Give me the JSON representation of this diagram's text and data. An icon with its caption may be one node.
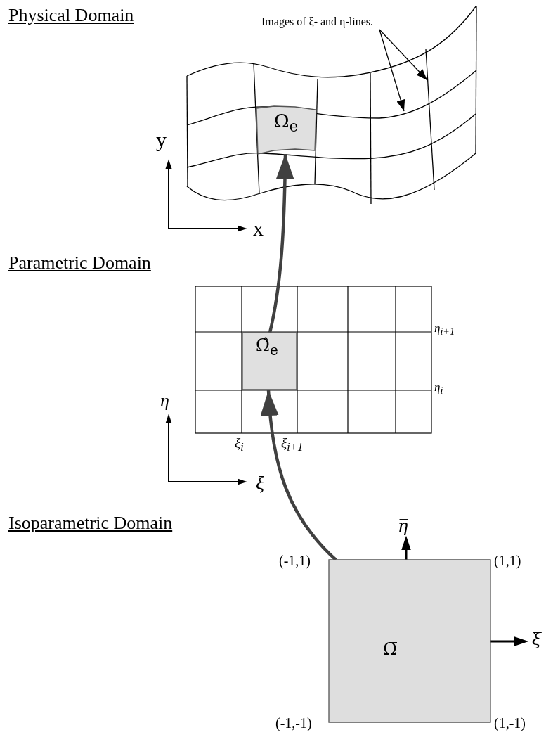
{
  "diagram": {
    "nodes": [
      {
        "text": [
          "Ω$_{e}$"
        ]
      },
      {
        "text": [
          "Ω̂$_{e}$"
        ]
      },
      {
        "text": [
          "Ω̅"
        ]
      },
      {
        "text": [
          "Images of ξ- and η-lines."
        ]
      },
      {
        "text": [],
        "shape": "line"
      },
      {
        "text": [],
        "shape": "line"
      }
    ],
    "edges": [
      {
        "from": 3,
        "to": 5,
        "arrow": "to"
      },
      {
        "from": 3,
        "to": 4,
        "arrow": "to"
      },
      {
        "from": 1,
        "to": 0,
        "arrow": "to",
        "style": "thick",
        "color": "#404040"
      },
      {
        "from": 2,
        "to": 1,
        "arrow": "to",
        "style": "thick",
        "color": "#404040"
      }
    ],
    "labels": [
      "Physical Domain",
      "y",
      "x",
      "Parametric Domain",
      "η$_{i+1}$",
      "η$_{i}$",
      "η",
      "ξ$_{i}$",
      "ξ$_{i+1}$",
      "ξ",
      "Isoparametric Domain",
      "η̅",
      "(-1,1)",
      "(1,1)",
      "ξ̅",
      "(-1,-1)",
      "(1,-1)"
    ]
  }
}
